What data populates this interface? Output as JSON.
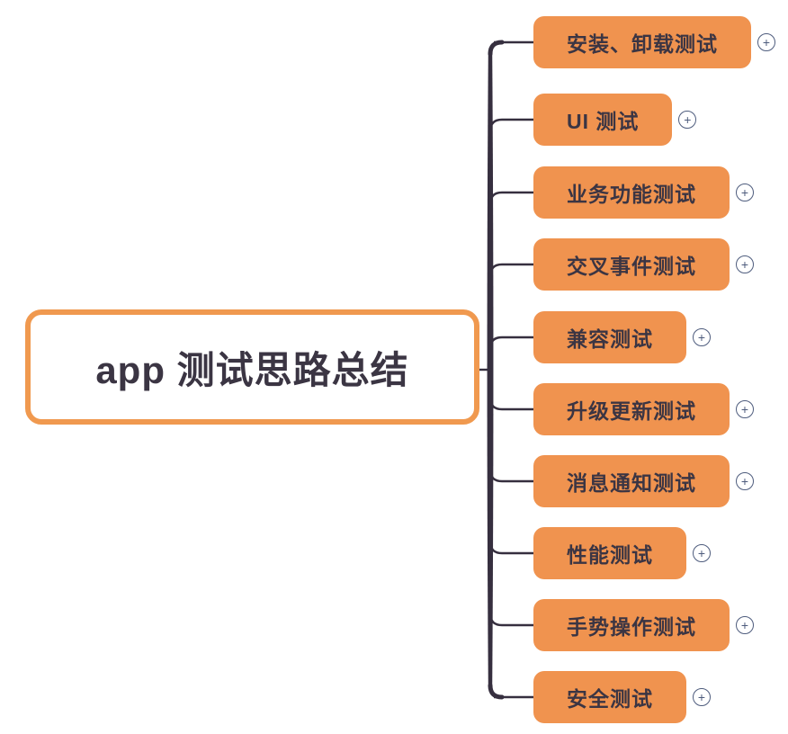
{
  "diagram": {
    "root_label": "app 测试思路总结",
    "children": [
      {
        "label": "安装、卸载测试"
      },
      {
        "label": "UI 测试"
      },
      {
        "label": "业务功能测试"
      },
      {
        "label": "交叉事件测试"
      },
      {
        "label": "兼容测试"
      },
      {
        "label": "升级更新测试"
      },
      {
        "label": "消息通知测试"
      },
      {
        "label": "性能测试"
      },
      {
        "label": "手势操作测试"
      },
      {
        "label": "安全测试"
      }
    ],
    "icons": {
      "expand_symbol": "+",
      "expand_name": "plus-circle"
    },
    "colors": {
      "background": "#FFFFFF",
      "node_fill": "#F0934F",
      "root_border": "#F0994F",
      "connector_line": "#362F3F",
      "text": "#3B3543",
      "expand_icon": "#4E5C7D"
    }
  }
}
